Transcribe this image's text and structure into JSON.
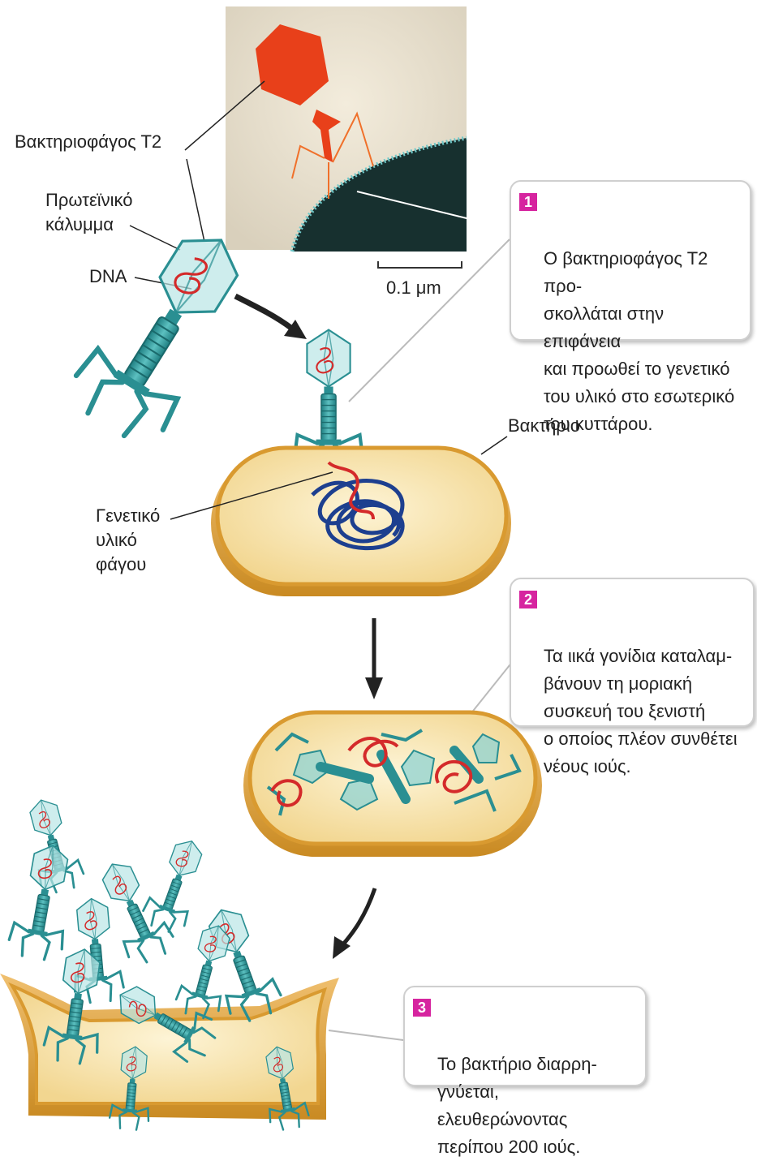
{
  "labels": {
    "phage_t2": "Βακτηριοφάγος Τ2",
    "protein_coat": "Πρωτεϊνικό\nκάλυμμα",
    "dna": "DNA",
    "scale": "0.1 μm",
    "bacterium": "Βακτήριο",
    "phage_genetic_material": "Γενετικό\nυλικό\nφάγου"
  },
  "steps": [
    {
      "number": "1",
      "text": "Ο βακτηριοφάγος Τ2 προ-\nσκολλάται στην επιφάνεια\nκαι προωθεί το γενετικό\nτου υλικό στο εσωτερικό\nτου κυττάρου."
    },
    {
      "number": "2",
      "text": "Τα ιικά γονίδια καταλαμ-\nβάνουν τη μοριακή\nσυσκευή του ξενιστή\nο οποίος πλέον συνθέτει\nνέους ιούς."
    },
    {
      "number": "3",
      "text": "Το βακτήριο διαρρη-\nγνύεται, ελευθερώνοντας\nπερίπου 200 ιούς."
    }
  ],
  "colors": {
    "phage_teal": "#2a8f92",
    "phage_light": "#7ccfcf",
    "dna_red": "#d42a2a",
    "bacterial_dna": "#1d3f8f",
    "cell_fill": "#f8e7b6",
    "cell_wall": "#e0a93c",
    "badge_magenta": "#d6249f"
  }
}
